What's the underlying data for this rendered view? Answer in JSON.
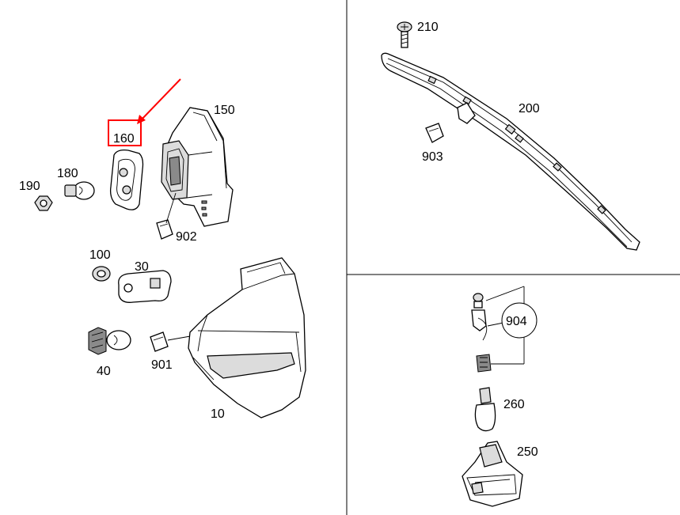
{
  "colors": {
    "highlight": "#ff0000",
    "line": "#000000",
    "background": "#ffffff"
  },
  "callouts": {
    "p10": "10",
    "p30": "30",
    "p40": "40",
    "p100": "100",
    "p150": "150",
    "p160": "160",
    "p180": "180",
    "p190": "190",
    "p200": "200",
    "p210": "210",
    "p250": "250",
    "p260": "260",
    "p901": "901",
    "p902": "902",
    "p903": "903",
    "p904": "904"
  }
}
